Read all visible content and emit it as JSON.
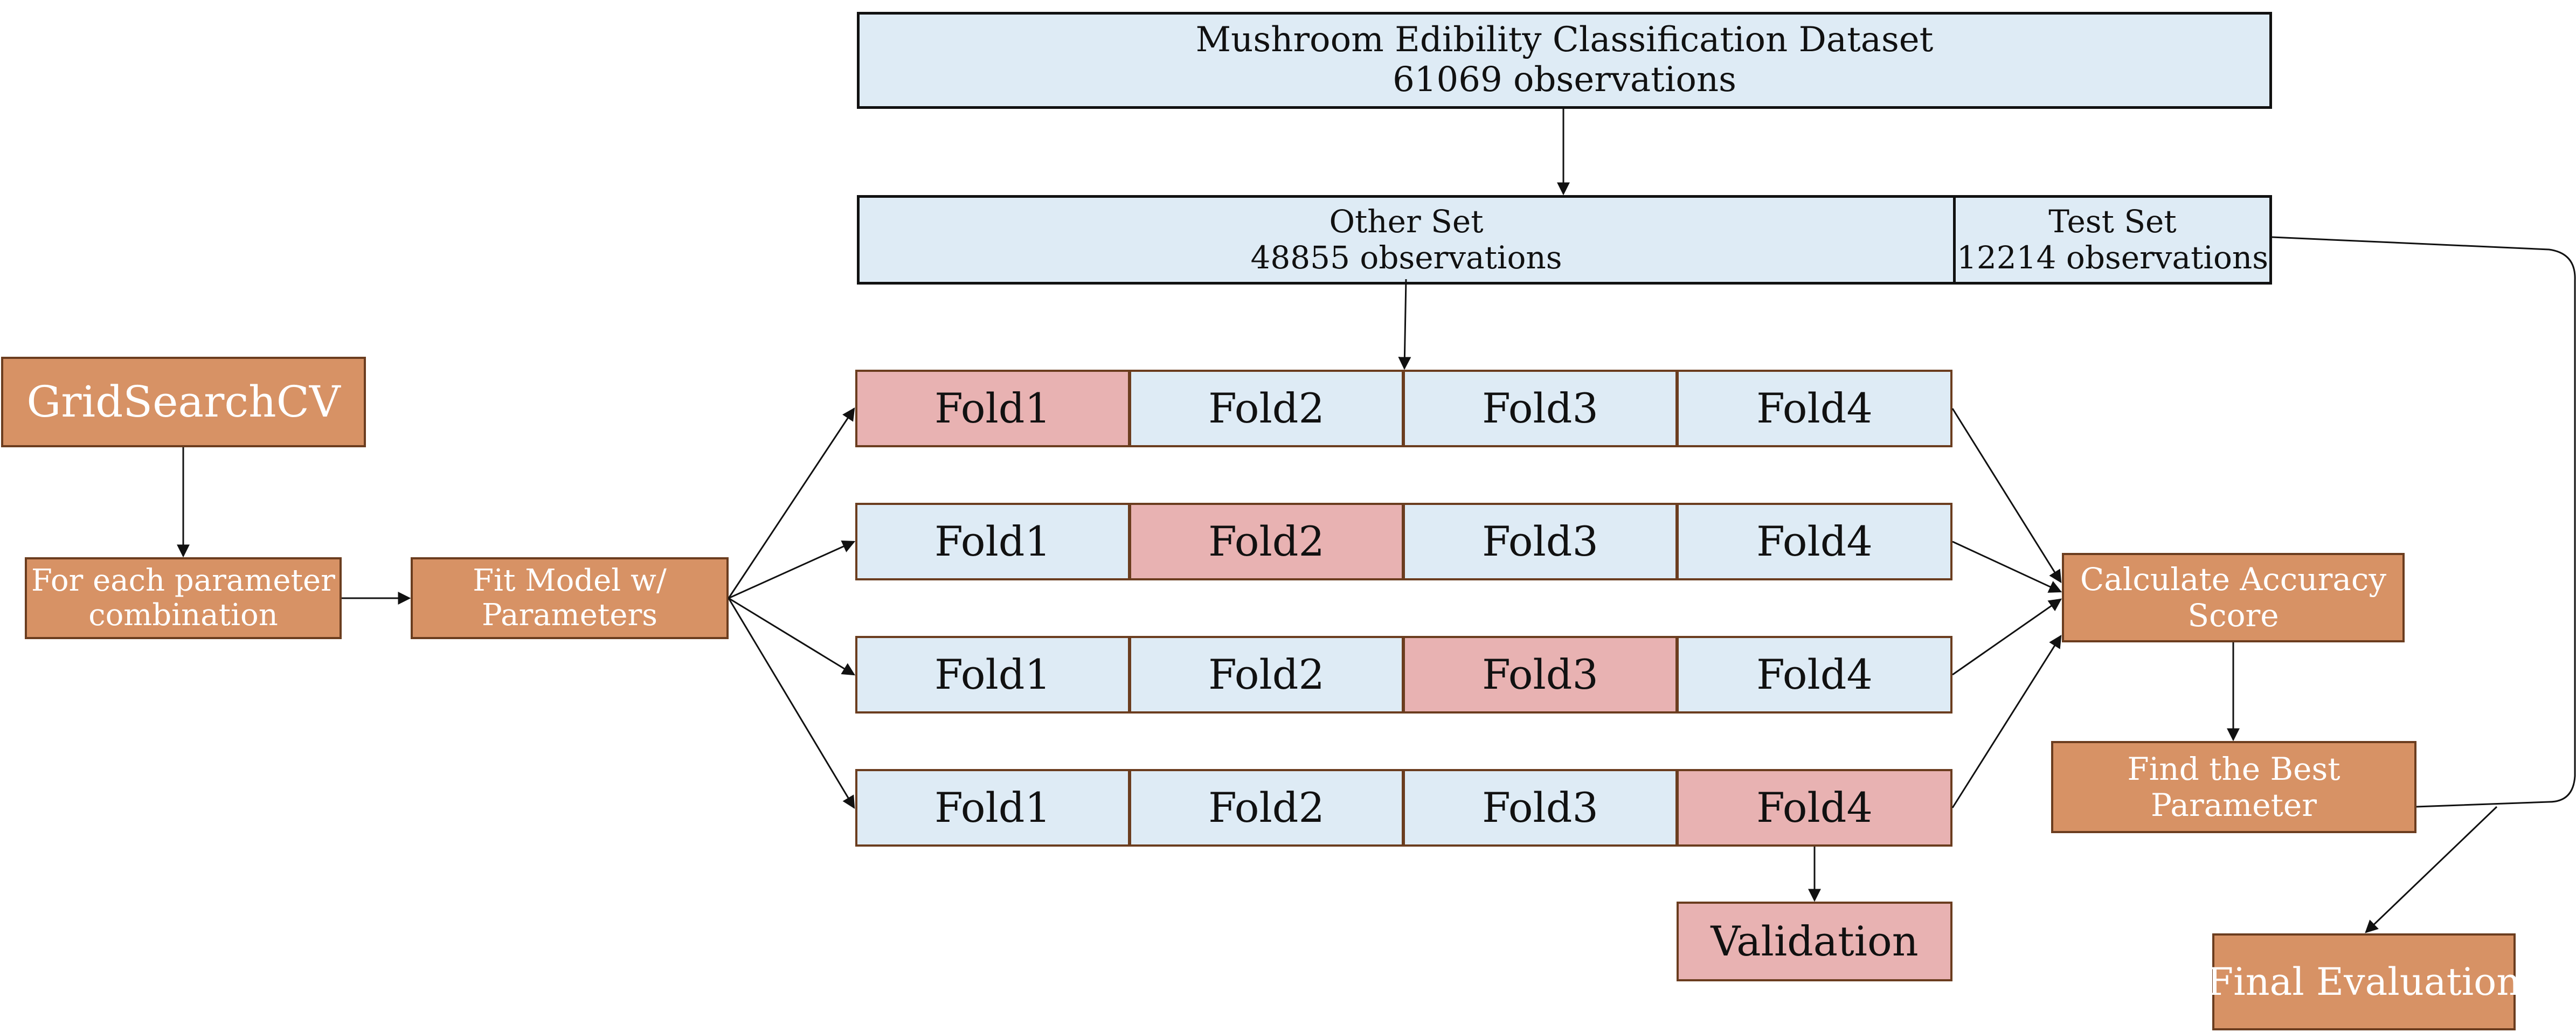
{
  "dataset": {
    "title": "Mushroom Edibility Classification Dataset",
    "count": "61069 observations"
  },
  "other_set": {
    "title": "Other Set",
    "count": "48855 observations"
  },
  "test_set": {
    "title": "Test Set",
    "count": "12214 observations"
  },
  "folds": {
    "rows": [
      [
        "Fold1",
        "Fold2",
        "Fold3",
        "Fold4"
      ],
      [
        "Fold1",
        "Fold2",
        "Fold3",
        "Fold4"
      ],
      [
        "Fold1",
        "Fold2",
        "Fold3",
        "Fold4"
      ],
      [
        "Fold1",
        "Fold2",
        "Fold3",
        "Fold4"
      ]
    ],
    "validation_fold_index": [
      0,
      1,
      2,
      3
    ]
  },
  "validation": "Validation",
  "gridsearch": "GridSearchCV",
  "param_combo": {
    "line1": "For each parameter",
    "line2": "combination"
  },
  "fit_model": {
    "line1": "Fit Model w/",
    "line2": "Parameters"
  },
  "calc_accuracy": {
    "line1": "Calculate Accuracy",
    "line2": "Score"
  },
  "best_param": {
    "line1": "Find the Best",
    "line2": "Parameter"
  },
  "final_eval": "Final Evaluation",
  "colors": {
    "data_fill": "#deebf5",
    "validation_fill": "#e8b2b2",
    "process_fill": "#d79265",
    "process_border": "#6b3d1f"
  }
}
